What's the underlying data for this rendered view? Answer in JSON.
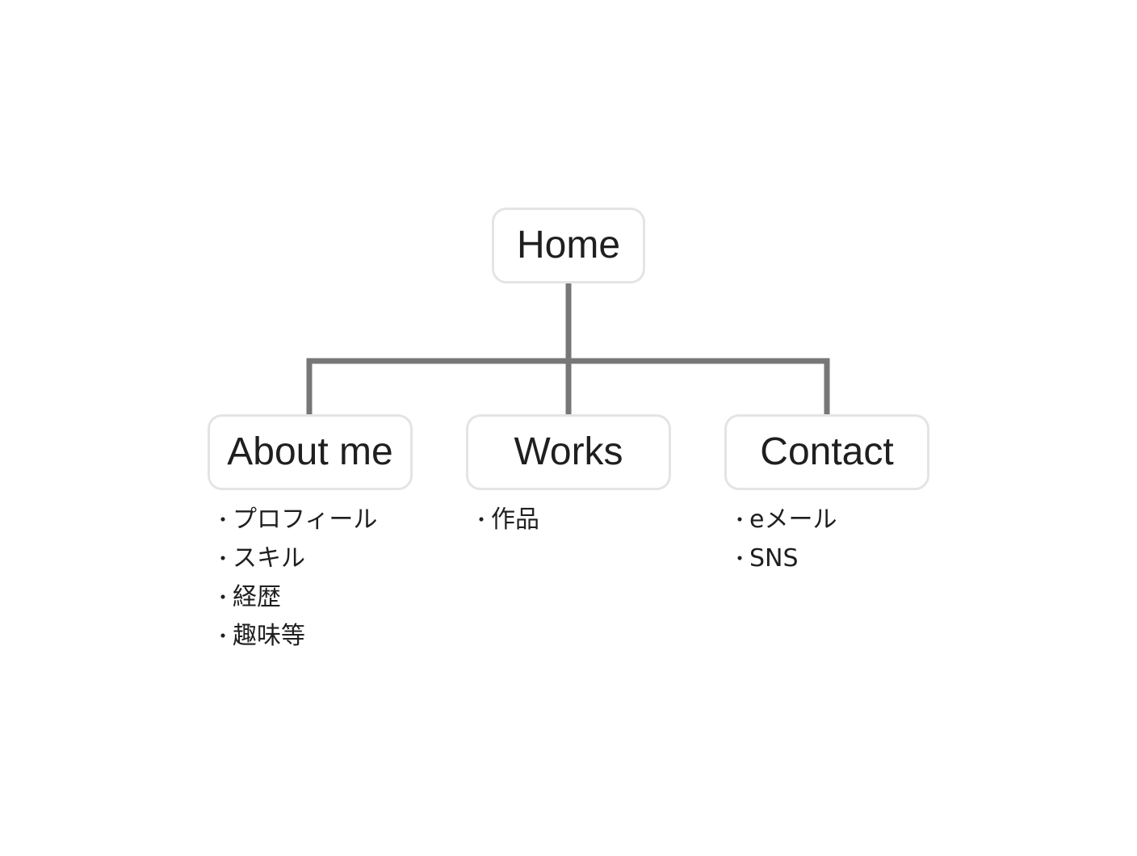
{
  "diagram": {
    "root": {
      "label": "Home"
    },
    "children": [
      {
        "label": "About me",
        "items": [
          "プロフィール",
          "スキル",
          "経歴",
          "趣味等"
        ]
      },
      {
        "label": "Works",
        "items": [
          "作品"
        ]
      },
      {
        "label": "Contact",
        "items": [
          "eメール",
          "SNS"
        ]
      }
    ],
    "bullet": "・"
  },
  "colors": {
    "line": "#777777",
    "node_border": "#e4e4e4",
    "text": "#1f1f1f",
    "background": "#ffffff"
  }
}
